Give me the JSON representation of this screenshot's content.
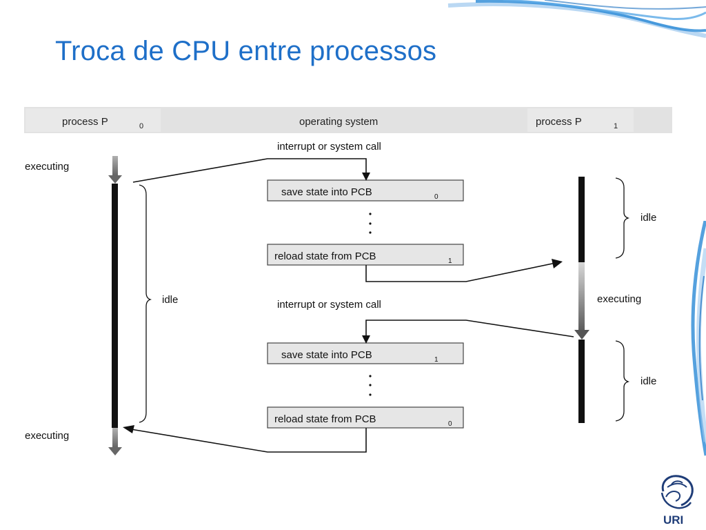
{
  "slide": {
    "title": "Troca de CPU entre processos"
  },
  "diagram": {
    "header": {
      "p0_label": "process P",
      "p0_sub": "0",
      "os_label": "operating system",
      "p1_label": "process P",
      "p1_sub": "1"
    },
    "interrupt_top": "interrupt or system call",
    "interrupt_mid": "interrupt or system call",
    "p0_executing_top": "executing",
    "p0_executing_bottom": "executing",
    "p0_idle": "idle",
    "p1_idle_top": "idle",
    "p1_executing": "executing",
    "p1_idle_bottom": "idle",
    "boxes": [
      {
        "text": "save state into PCB",
        "sub": "0"
      },
      {
        "text": "reload state from PCB",
        "sub": "1"
      },
      {
        "text": "save state into PCB",
        "sub": "1"
      },
      {
        "text": "reload state from PCB",
        "sub": "0"
      }
    ]
  },
  "logo": {
    "text": "URI"
  },
  "colors": {
    "title": "#1e6fc8",
    "header_band": "#e2e2e2",
    "box_fill": "#e6e6e6",
    "deco_blue": "#2b8ad6",
    "logo_blue": "#1f3d78"
  }
}
